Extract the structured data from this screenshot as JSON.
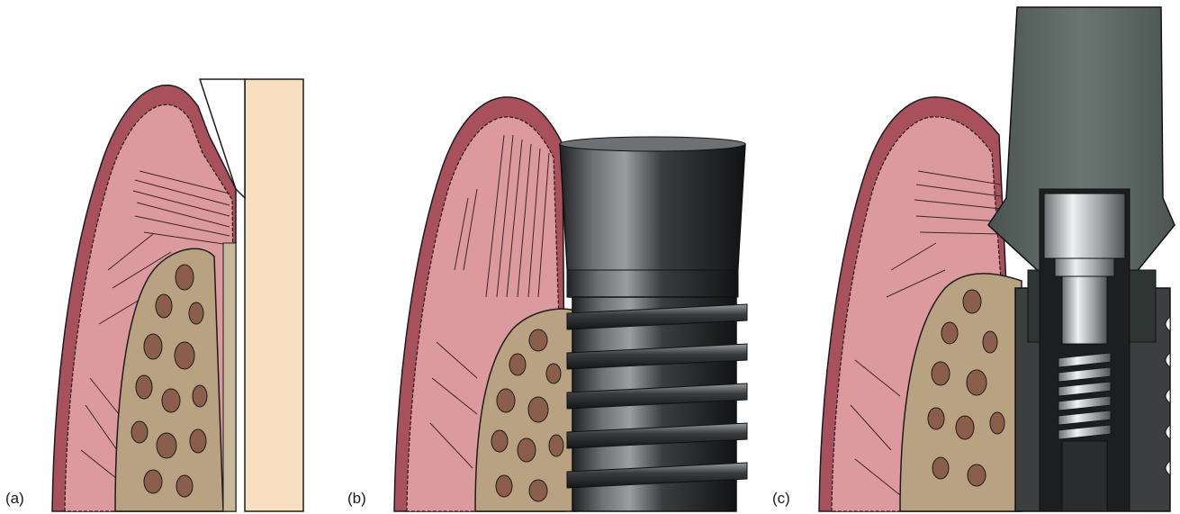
{
  "panels": [
    {
      "id": "a",
      "label": "(a)"
    },
    {
      "id": "b",
      "label": "(b)"
    },
    {
      "id": "c",
      "label": "(c)"
    }
  ],
  "colors": {
    "background": "#ffffff",
    "epithelium": "#a8505c",
    "connective_tissue": "#dc9a9f",
    "bone": "#b8a282",
    "bone_marrow": "#8a5e4a",
    "tooth_root": "#f7dfbf",
    "enamel": "#ffffff",
    "implant_dark": "#2f3133",
    "implant_light": "#8a8d90",
    "abutment": "#5c6663",
    "screw": "#c8cbcd",
    "outline": "#1c1c1c"
  },
  "icons": {
    "panel_a": "natural-tooth-cross-section",
    "panel_b": "dental-implant-cross-section",
    "panel_c": "implant-with-abutment-cross-section"
  }
}
